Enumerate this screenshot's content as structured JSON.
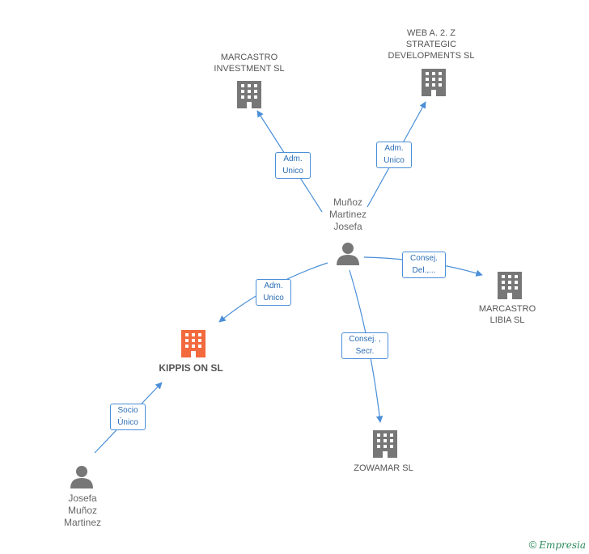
{
  "nodes": {
    "marcastro_investment": {
      "lines": [
        "MARCASTRO",
        "INVESTMENT SL"
      ]
    },
    "web_a2z": {
      "lines": [
        "WEB A.  2. Z",
        "STRATEGIC",
        "DEVELOPMENTS SL"
      ]
    },
    "munoz_josefa": {
      "lines": [
        "Muñoz",
        "Martinez",
        "Josefa"
      ]
    },
    "marcastro_libia": {
      "lines": [
        "MARCASTRO",
        "LIBIA SL"
      ]
    },
    "kippis_on": {
      "lines": [
        "KIPPIS ON SL"
      ]
    },
    "zowamar": {
      "lines": [
        "ZOWAMAR SL"
      ]
    },
    "josefa_munoz": {
      "lines": [
        "Josefa",
        "Muñoz",
        "Martinez"
      ]
    }
  },
  "edges": {
    "to_marcastro_investment": {
      "lines": [
        "Adm.",
        "Unico"
      ]
    },
    "to_web_a2z": {
      "lines": [
        "Adm.",
        "Unico"
      ]
    },
    "to_marcastro_libia": {
      "lines": [
        "Consej.",
        "Del.,..."
      ]
    },
    "to_kippis_on": {
      "lines": [
        "Adm.",
        "Unico"
      ]
    },
    "to_zowamar": {
      "lines": [
        "Consej. ,",
        "Secr."
      ]
    },
    "josefa_to_kippis": {
      "lines": [
        "Socio",
        "Único"
      ]
    }
  },
  "footer": {
    "copyright": "©",
    "brand": "Empresia"
  },
  "colors": {
    "edge": "#4a8fd8",
    "company_icon": "#777777",
    "main_company_icon": "#f26a3d",
    "person_icon": "#777777"
  }
}
